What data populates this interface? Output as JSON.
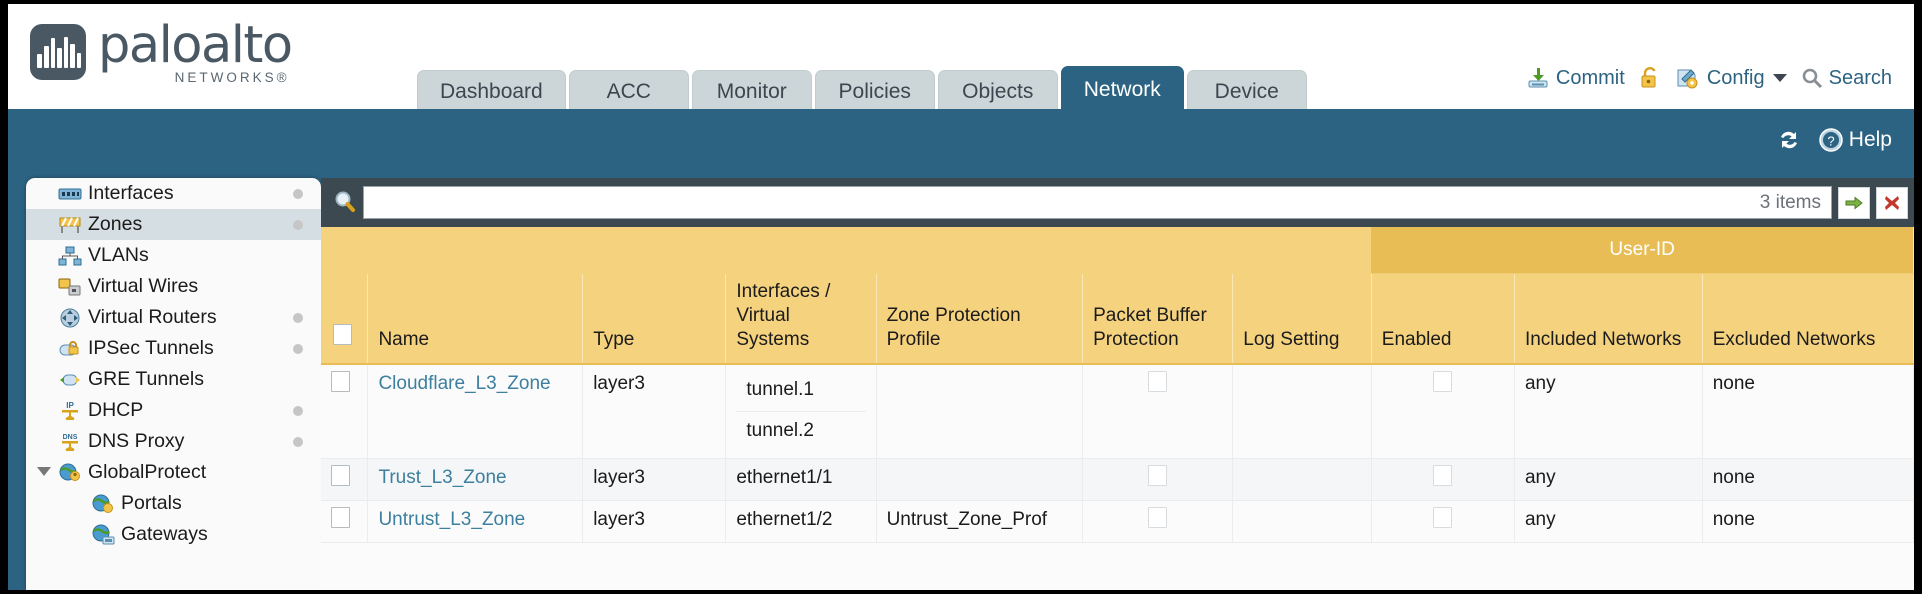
{
  "brand": {
    "name": "paloalto",
    "tagline": "NETWORKS",
    "registered": "®"
  },
  "tabs": [
    {
      "label": "Dashboard",
      "active": false
    },
    {
      "label": "ACC",
      "active": false
    },
    {
      "label": "Monitor",
      "active": false
    },
    {
      "label": "Policies",
      "active": false
    },
    {
      "label": "Objects",
      "active": false
    },
    {
      "label": "Network",
      "active": true
    },
    {
      "label": "Device",
      "active": false
    }
  ],
  "top_actions": {
    "commit": "Commit",
    "commit_icon": "commit-save-icon",
    "lock_icon": "padlock-icon",
    "config": "Config",
    "config_icon": "wrench-key-icon",
    "search": "Search",
    "search_icon": "magnifier-icon"
  },
  "blue_band": {
    "refresh_icon": "refresh-icon",
    "help": "Help",
    "help_icon": "help-question-icon"
  },
  "sidebar": {
    "items": [
      {
        "label": "Interfaces",
        "icon": "interfaces-icon",
        "dot": true,
        "selected": false,
        "child": false,
        "expander": false
      },
      {
        "label": "Zones",
        "icon": "zones-icon",
        "dot": true,
        "selected": true,
        "child": false,
        "expander": false
      },
      {
        "label": "VLANs",
        "icon": "vlans-icon",
        "dot": false,
        "selected": false,
        "child": false,
        "expander": false
      },
      {
        "label": "Virtual Wires",
        "icon": "virtual-wires-icon",
        "dot": false,
        "selected": false,
        "child": false,
        "expander": false
      },
      {
        "label": "Virtual Routers",
        "icon": "virtual-routers-icon",
        "dot": true,
        "selected": false,
        "child": false,
        "expander": false
      },
      {
        "label": "IPSec Tunnels",
        "icon": "ipsec-tunnels-icon",
        "dot": true,
        "selected": false,
        "child": false,
        "expander": false
      },
      {
        "label": "GRE Tunnels",
        "icon": "gre-tunnels-icon",
        "dot": false,
        "selected": false,
        "child": false,
        "expander": false
      },
      {
        "label": "DHCP",
        "icon": "dhcp-icon",
        "dot": true,
        "selected": false,
        "child": false,
        "expander": false
      },
      {
        "label": "DNS Proxy",
        "icon": "dns-proxy-icon",
        "dot": true,
        "selected": false,
        "child": false,
        "expander": false
      },
      {
        "label": "GlobalProtect",
        "icon": "globalprotect-icon",
        "dot": false,
        "selected": false,
        "child": false,
        "expander": true
      },
      {
        "label": "Portals",
        "icon": "portals-icon",
        "dot": false,
        "selected": false,
        "child": true,
        "expander": false
      },
      {
        "label": "Gateways",
        "icon": "gateways-icon",
        "dot": false,
        "selected": false,
        "child": true,
        "expander": false
      }
    ]
  },
  "search": {
    "value": "",
    "placeholder": "",
    "item_count": "3 items",
    "apply_icon": "green-arrow-icon",
    "clear_icon": "red-x-icon"
  },
  "table": {
    "group_header": "User-ID",
    "columns": [
      "Name",
      "Type",
      "Interfaces / Virtual Systems",
      "Zone Protection Profile",
      "Packet Buffer Protection",
      "Log Setting",
      "Enabled",
      "Included Networks",
      "Excluded Networks"
    ],
    "rows": [
      {
        "selected": false,
        "name": "Cloudflare_L3_Zone",
        "type": "layer3",
        "interfaces": [
          "tunnel.1",
          "tunnel.2"
        ],
        "zone_protection_profile": "",
        "packet_buffer_protection": false,
        "log_setting": "",
        "userid_enabled": false,
        "included_networks": "any",
        "excluded_networks": "none"
      },
      {
        "selected": false,
        "name": "Trust_L3_Zone",
        "type": "layer3",
        "interfaces": [
          "ethernet1/1"
        ],
        "zone_protection_profile": "",
        "packet_buffer_protection": false,
        "log_setting": "",
        "userid_enabled": false,
        "included_networks": "any",
        "excluded_networks": "none"
      },
      {
        "selected": false,
        "name": "Untrust_L3_Zone",
        "type": "layer3",
        "interfaces": [
          "ethernet1/2"
        ],
        "zone_protection_profile": "Untrust_Zone_Prof",
        "packet_buffer_protection": false,
        "log_setting": "",
        "userid_enabled": false,
        "included_networks": "any",
        "excluded_networks": "none"
      }
    ]
  },
  "colors": {
    "brand_blue": "#2d6382",
    "header_gold": "#f5d27e",
    "group_gold": "#e8bd55",
    "tab_grey": "#ccd6d8",
    "link_teal": "#3d7f9e",
    "panel_dark": "#3d4950"
  }
}
